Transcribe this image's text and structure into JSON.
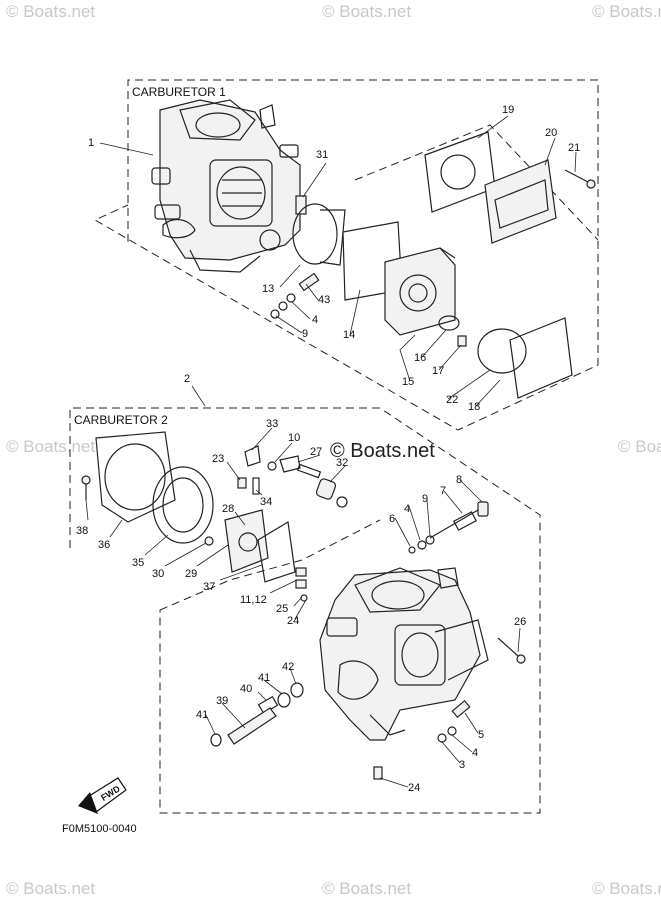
{
  "watermarks": {
    "top_left": "© Boats.net",
    "top_center": "© Boats.net",
    "top_right": "© Boats.net",
    "mid_left": "© Boats.net",
    "center": "© Boats.net",
    "mid_right": "© Boats.net",
    "bottom_left": "© Boats.net",
    "bottom_center": "© Boats.net",
    "bottom_right": "© Boats.net"
  },
  "sections": {
    "carb1": "CARBURETOR 1",
    "carb2": "CARBURETOR 2"
  },
  "callouts": {
    "c1_1": "1",
    "c1_31": "31",
    "c1_19": "19",
    "c1_20": "20",
    "c1_21": "21",
    "c1_13": "13",
    "c1_43": "43",
    "c1_4": "4",
    "c1_9": "9",
    "c1_14": "14",
    "c1_16": "16",
    "c1_17": "17",
    "c1_15": "15",
    "c1_22": "22",
    "c1_18": "18",
    "c2_2": "2",
    "c2_33": "33",
    "c2_10": "10",
    "c2_27": "27",
    "c2_32": "32",
    "c2_23": "23",
    "c2_34": "34",
    "c2_28": "28",
    "c2_38": "38",
    "c2_36": "36",
    "c2_35": "35",
    "c2_30": "30",
    "c2_29": "29",
    "c2_37": "37",
    "c2_1112": "11,12",
    "c2_25": "25",
    "c2_24a": "24",
    "c2_8": "8",
    "c2_9": "9",
    "c2_4": "4",
    "c2_7": "7",
    "c2_6": "6",
    "c2_26": "26",
    "c2_42": "42",
    "c2_41a": "41",
    "c2_40": "40",
    "c2_39": "39",
    "c2_41b": "41",
    "c2_5": "5",
    "c2_4b": "4",
    "c2_3": "3",
    "c2_24b": "24"
  },
  "fwd_label": "FWD",
  "figure_code": "F0M5100-0040"
}
